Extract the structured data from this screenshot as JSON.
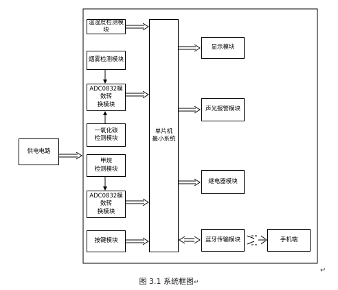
{
  "blocks": {
    "temp_sensor": "温湿度检测模块",
    "smoke_sensor": "烟雾检测模块",
    "adc_top": "ADC0832模数转\n换模块",
    "co_sensor": "一氧化碳\n检测模块",
    "methane": "甲烷\n检测模块",
    "adc_bottom": "ADC0832模数转\n换模块",
    "keys": "按键模块",
    "power": "供电电路",
    "mcu": "单片机\n最小系统",
    "display": "显示模块",
    "alarm": "声光报警模块",
    "relay": "继电器模块",
    "bt": "蓝牙传输模块",
    "phone": "手机端"
  },
  "caption": "图 3.1 系统框图",
  "paragraph_marks": [
    "↵",
    "↵"
  ]
}
